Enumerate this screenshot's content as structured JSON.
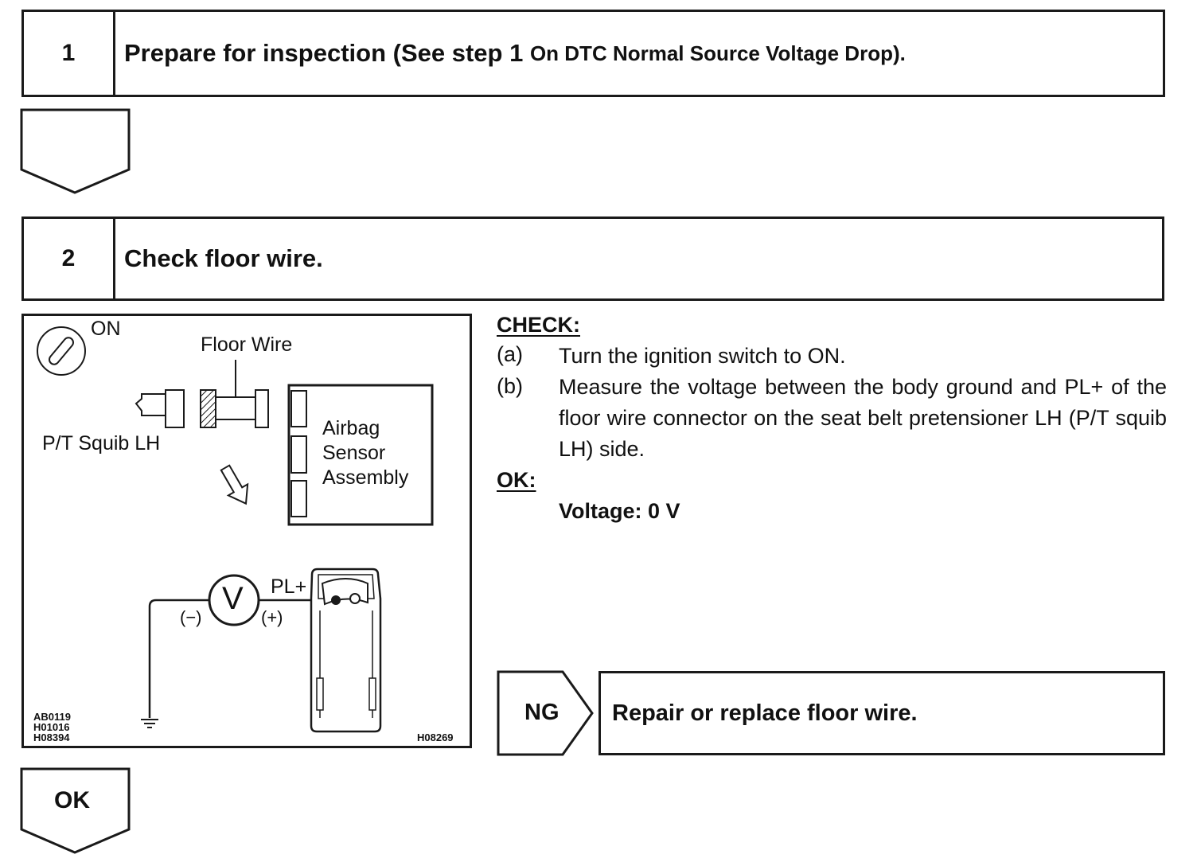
{
  "step1": {
    "number": "1",
    "title_main": "Prepare for inspection (See step 1",
    "title_small": "On DTC Normal Source Voltage Drop)."
  },
  "step2": {
    "number": "2",
    "title": "Check floor wire."
  },
  "diagram": {
    "ignition_label": "ON",
    "floor_wire_label": "Floor Wire",
    "squib_label": "P/T Squib LH",
    "sensor_label_line1": "Airbag",
    "sensor_label_line2": "Sensor",
    "sensor_label_line3": "Assembly",
    "meter_symbol": "V",
    "neg_label": "(−)",
    "pos_label": "(+)",
    "terminal_label": "PL+",
    "codes_left": [
      "AB0119",
      "H01016",
      "H08394"
    ],
    "code_right": "H08269"
  },
  "check": {
    "heading": "CHECK:",
    "items": [
      {
        "letter": "(a)",
        "text": "Turn the ignition switch to ON."
      },
      {
        "letter": "(b)",
        "text": "Measure the voltage between the body ground and PL+ of the floor wire connector on the seat belt pretensioner LH (P/T squib LH) side."
      }
    ],
    "ok_heading": "OK:",
    "ok_value": "Voltage: 0 V"
  },
  "ng": {
    "label": "NG",
    "action": "Repair or replace floor wire."
  },
  "ok_arrow": {
    "label": "OK"
  }
}
